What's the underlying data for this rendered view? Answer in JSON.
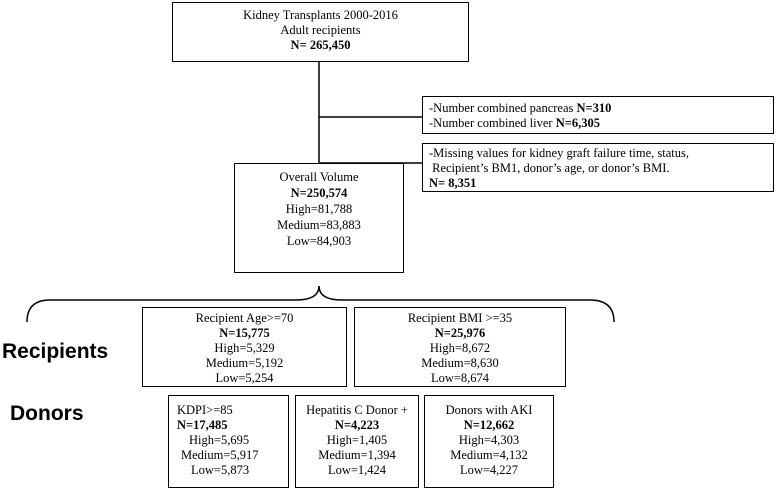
{
  "top_box": {
    "line1": "Kidney Transplants 2000-2016",
    "line2": "Adult recipients",
    "n_label": "N= 265,450"
  },
  "exclusion_1": {
    "line1_text": "-Number combined pancreas ",
    "line1_value": "N=310",
    "line2_text": "-Number combined liver ",
    "line2_value": "N=6,305"
  },
  "exclusion_2": {
    "line1": "-Missing values for kidney graft failure time, status,",
    "line2": " Recipient’s BM1, donor’s age, or donor’s BMI.",
    "n_label": "N= 8,351"
  },
  "overall": {
    "title": "Overall Volume",
    "n_label": "N=250,574",
    "high": "High=81,788",
    "medium": "Medium=83,883",
    "low": "Low=84,903"
  },
  "labels": {
    "recipients": "Recipients",
    "donors": "Donors"
  },
  "recipient_age": {
    "title": "Recipient Age>=70",
    "n_label": "N=15,775",
    "high": "High=5,329",
    "medium": "Medium=5,192",
    "low": "Low=5,254"
  },
  "recipient_bmi": {
    "title": "Recipient BMI >=35",
    "n_label": "N=25,976",
    "high": "High=8,672",
    "medium": "Medium=8,630",
    "low": "Low=8,674"
  },
  "kdpi": {
    "title": "KDPI>=85",
    "n_label": "N=17,485",
    "high": "High=5,695",
    "medium": "Medium=5,917",
    "low": "Low=5,873"
  },
  "hep_c": {
    "title": "Hepatitis C Donor +",
    "n_label": "N=4,223",
    "high": "High=1,405",
    "medium": "Medium=1,394",
    "low": "Low=1,424"
  },
  "aki": {
    "title": "Donors with AKI",
    "n_label": "N=12,662",
    "high": "High=4,303",
    "medium": "Medium=4,132",
    "low": "Low=4,227"
  }
}
